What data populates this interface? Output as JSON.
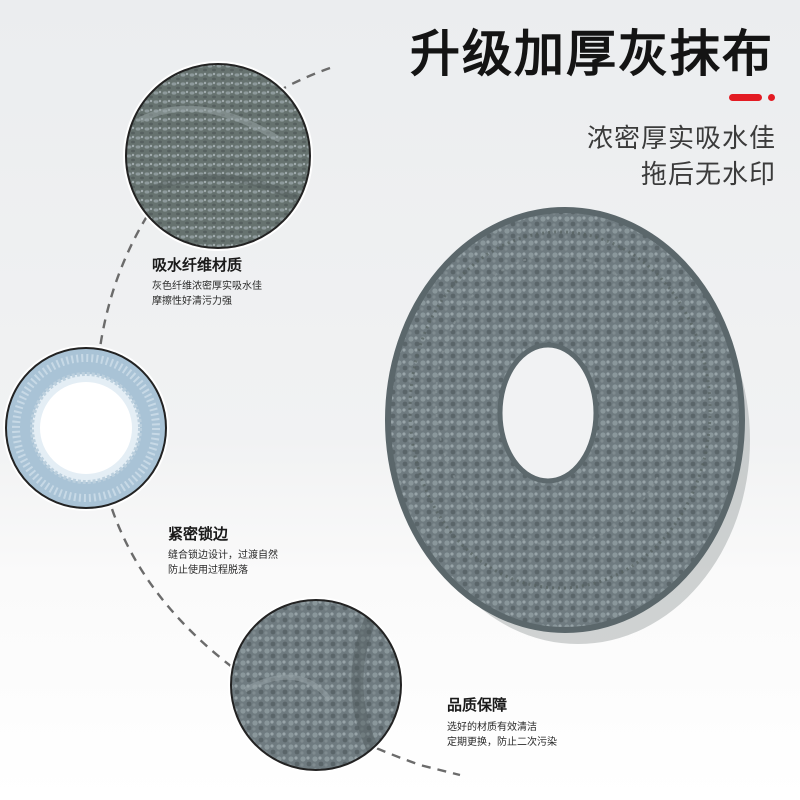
{
  "header": {
    "title": "升级加厚灰抹布",
    "slogan_line1": "浓密厚实吸水佳",
    "slogan_line2": "拖后无水印",
    "accent_color": "#e31b23"
  },
  "features": [
    {
      "title": "吸水纤维材质",
      "desc_line1": "灰色纤维浓密厚实吸水佳",
      "desc_line2": "摩擦性好清污力强"
    },
    {
      "title": "紧密锁边",
      "desc_line1": "缝合锁边设计，过渡自然",
      "desc_line2": "防止使用过程脱落"
    },
    {
      "title": "品质保障",
      "desc_line1": "选好的材质有效清洁",
      "desc_line2": "定期更换，防止二次污染"
    }
  ],
  "images": [
    {
      "name": "mop-pad-product",
      "color": "#6d7a80"
    },
    {
      "name": "fiber-closeup",
      "color": "#6c7679"
    },
    {
      "name": "edge-closeup",
      "color": "#a9c3d6"
    },
    {
      "name": "texture-closeup",
      "color": "#6f7a7e"
    }
  ]
}
